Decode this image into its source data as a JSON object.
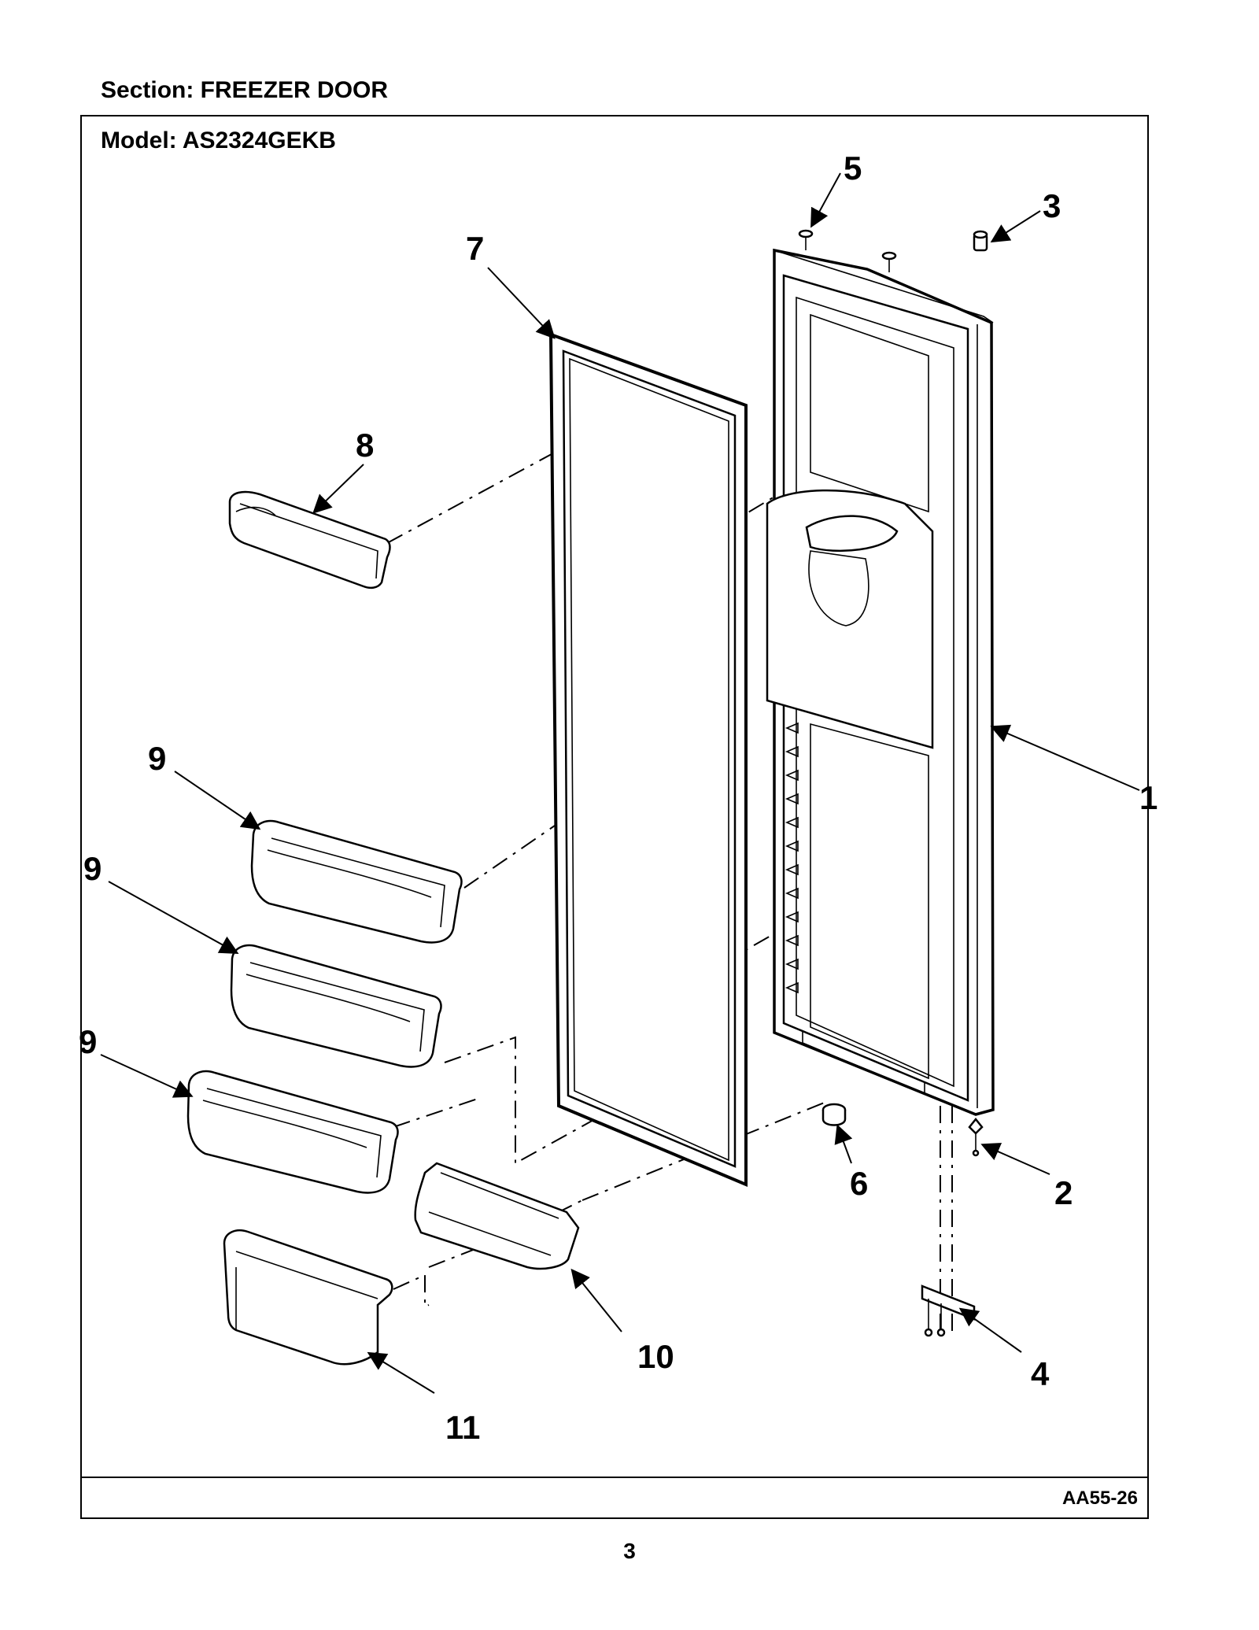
{
  "section_title": "Section:  FREEZER DOOR",
  "model_title": "Model:  AS2324GEKB",
  "drawing_code": "AA55-26",
  "page_number": "3",
  "callouts": {
    "c1": "1",
    "c2": "2",
    "c3": "3",
    "c4": "4",
    "c5": "5",
    "c6": "6",
    "c7": "7",
    "c8": "8",
    "c9a": "9",
    "c9b": "9",
    "c9c": "9",
    "c10": "10",
    "c11": "11"
  }
}
